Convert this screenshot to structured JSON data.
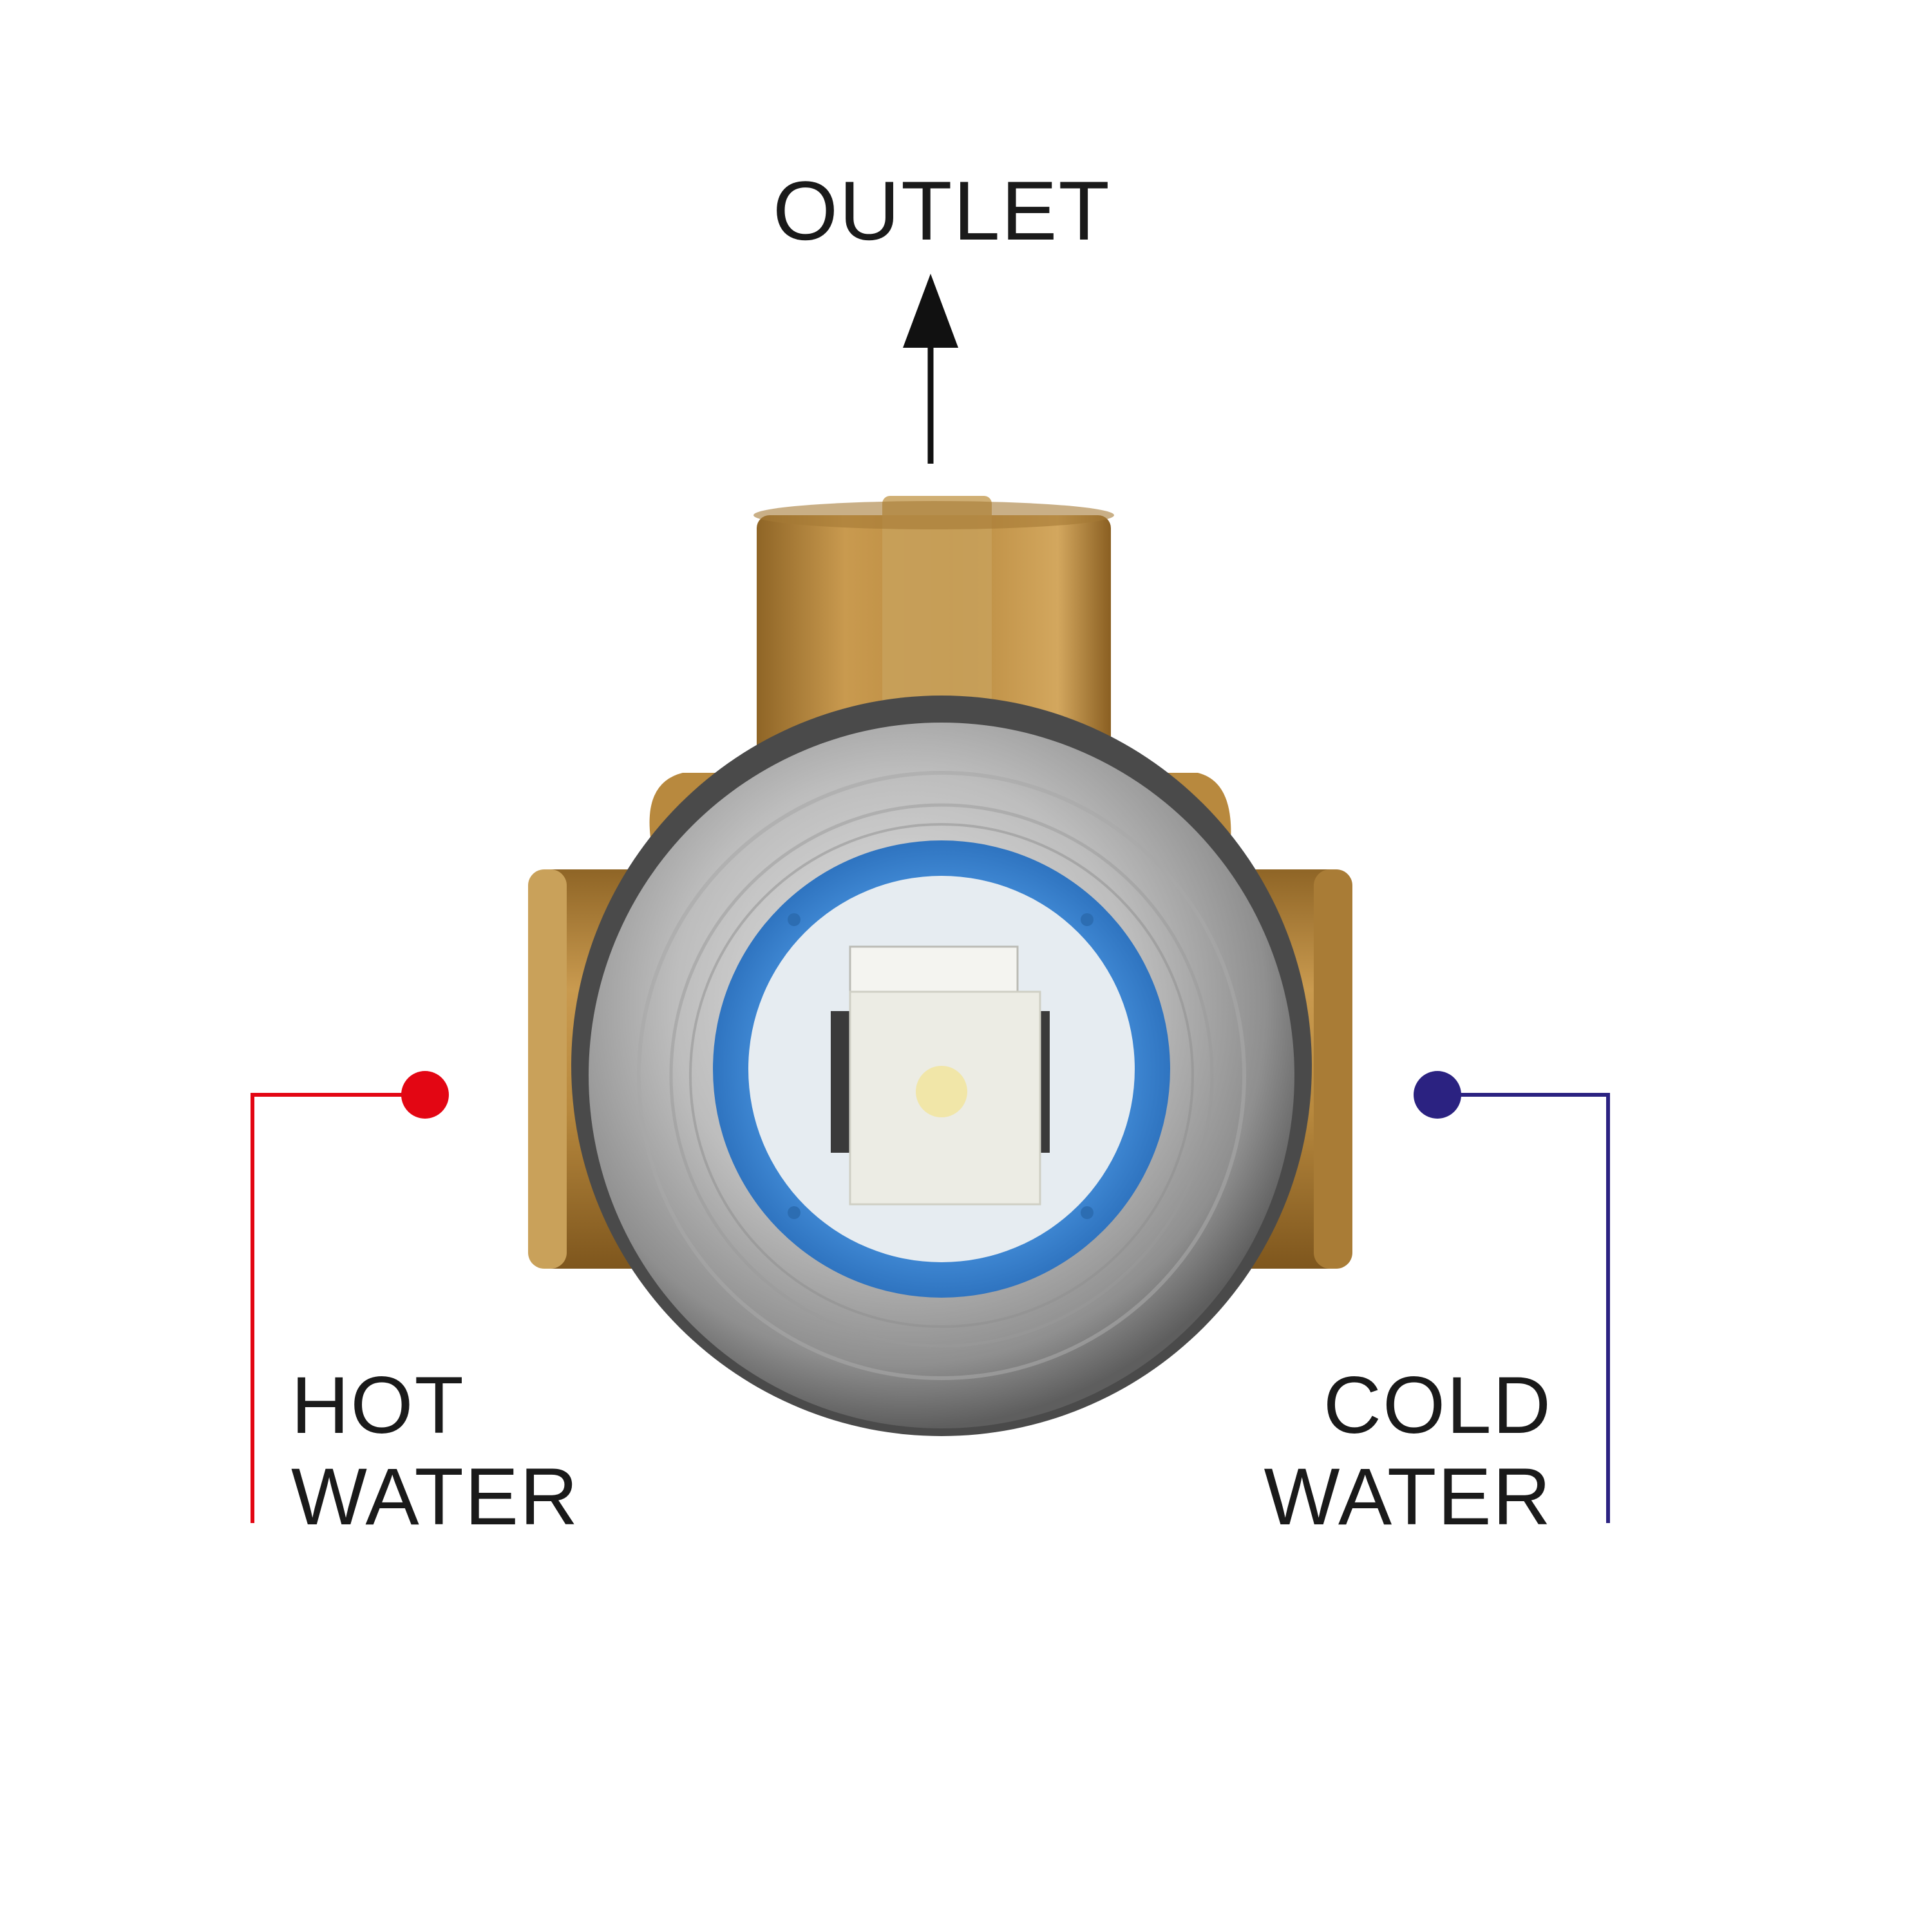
{
  "labels": {
    "outlet": "OUTLET",
    "hot": {
      "line1": "HOT",
      "line2": "WATER"
    },
    "cold": {
      "line1": "COLD",
      "line2": "WATER"
    }
  },
  "colors": {
    "background": "#ffffff",
    "text": "#1a1a1a",
    "hot_accent": "#e30613",
    "cold_accent": "#2b2281",
    "brass": "#b8893e",
    "steel_ring": "#b9b9b9",
    "cartridge_blue": "#3a86d4",
    "cartridge_white": "#ecece4"
  },
  "icons": {
    "outlet_arrow": "arrow-up-icon",
    "hot_marker": "red-dot-icon",
    "cold_marker": "blue-dot-icon"
  }
}
